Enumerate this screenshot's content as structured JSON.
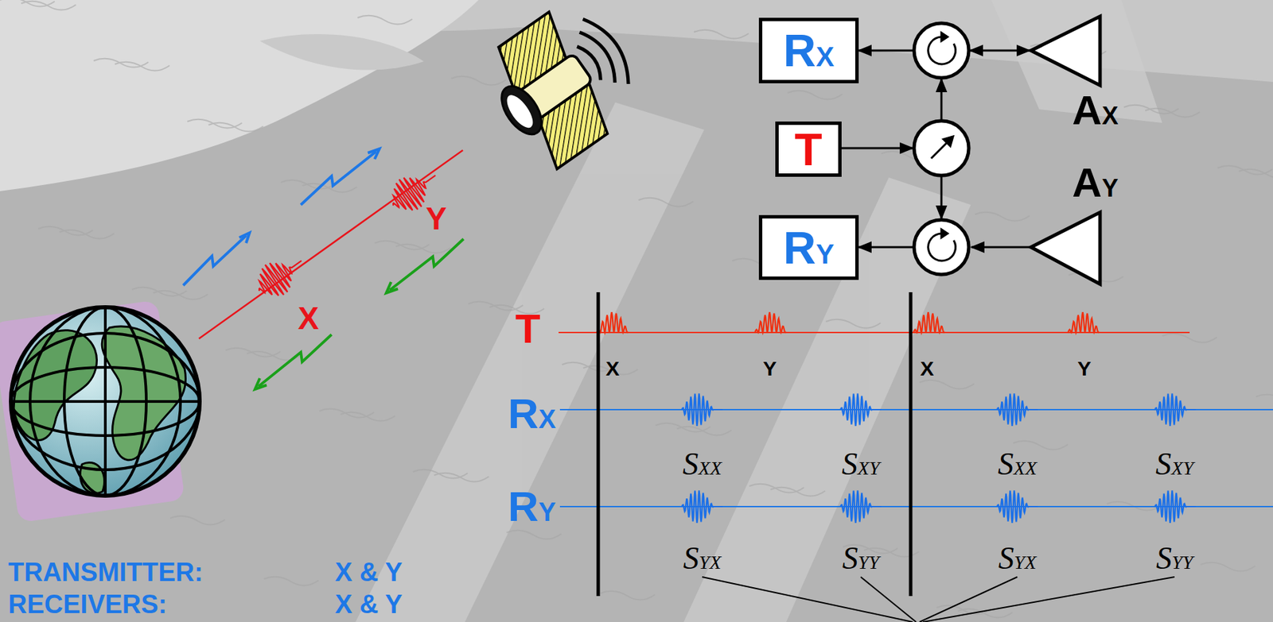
{
  "diagram": {
    "nodes": [
      {
        "text": [
          "RX"
        ]
      },
      {
        "text": [
          "T"
        ]
      },
      {
        "text": [
          "RY"
        ]
      }
    ],
    "labels": [
      "X",
      "Y",
      "AX",
      "AY",
      "T",
      "X",
      "Y",
      "X",
      "Y",
      "RX",
      "RY",
      "SXX",
      "SXY",
      "SXX",
      "SXY",
      "SYX",
      "SYY",
      "SYX",
      "SYY",
      "TRANSMITTER:",
      "X & Y",
      "RECEIVERS:",
      "X & Y"
    ]
  }
}
